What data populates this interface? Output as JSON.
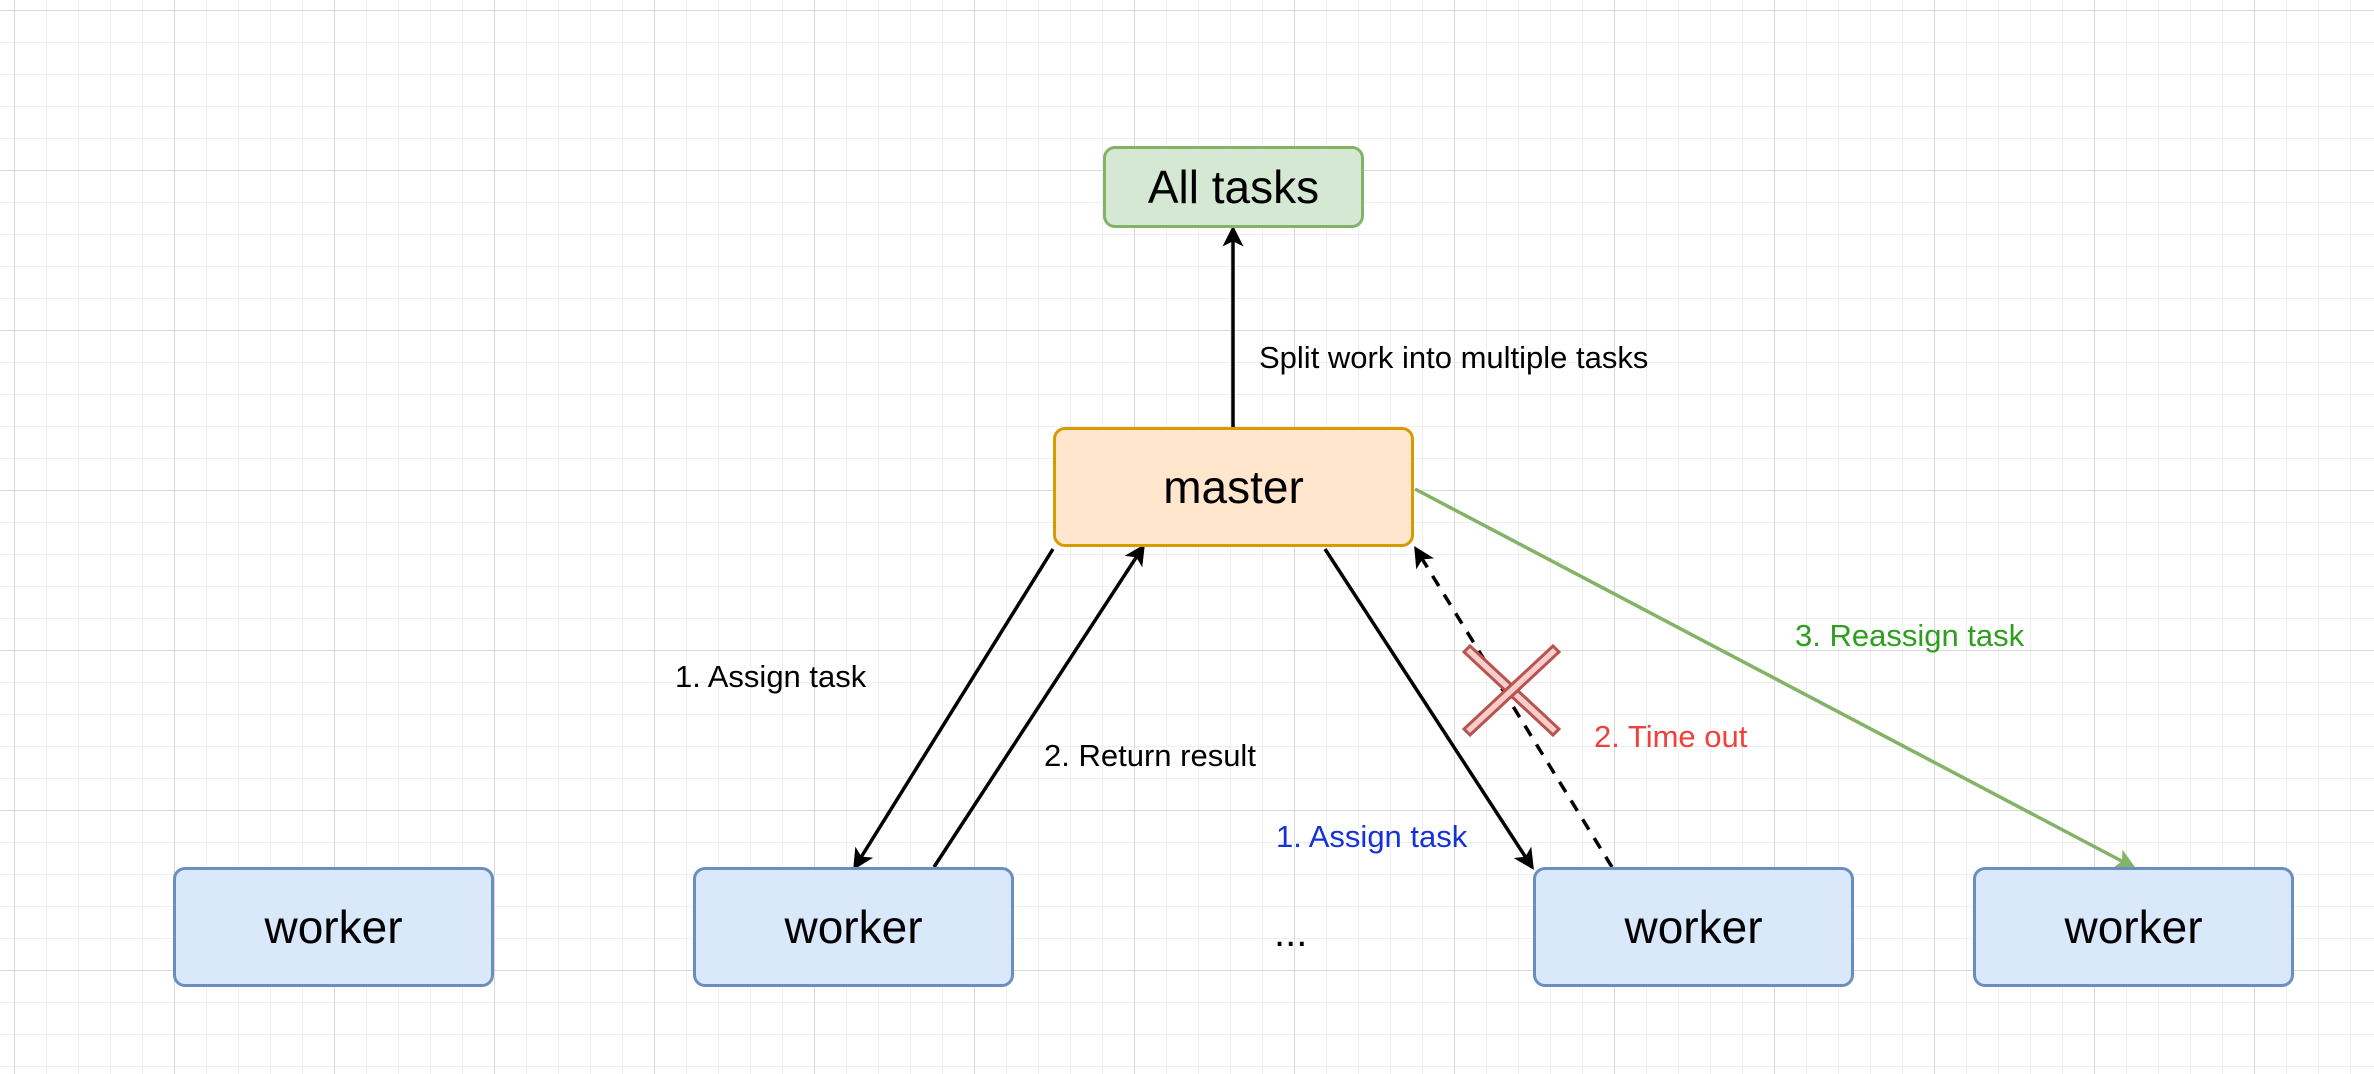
{
  "colors": {
    "all_tasks_fill": "#d5e8d4",
    "all_tasks_border": "#82b366",
    "master_fill": "#ffe6cc",
    "master_border": "#d79b00",
    "worker_fill": "#dae8fc",
    "worker_border": "#6c8ebf",
    "edge_default": "#000000",
    "reassign_edge": "#82b366",
    "reassign_label": "#2e9e1f",
    "timeout_label": "#f0413a",
    "assign_highlight_label": "#1432d6",
    "fail_mark_fill": "#f8cecc",
    "fail_mark_border": "#b85450"
  },
  "nodes": {
    "all_tasks": "All tasks",
    "master": "master",
    "workers": [
      "worker",
      "worker",
      "worker",
      "worker"
    ],
    "ellipsis": "..."
  },
  "edge_labels": {
    "split": "Split work into multiple tasks",
    "assign_left": "1. Assign task",
    "return_result": "2. Return result",
    "assign_right": "1. Assign task",
    "time_out": "2. Time out",
    "reassign": "3. Reassign task"
  },
  "icons": {
    "failure": "x-mark-icon"
  }
}
